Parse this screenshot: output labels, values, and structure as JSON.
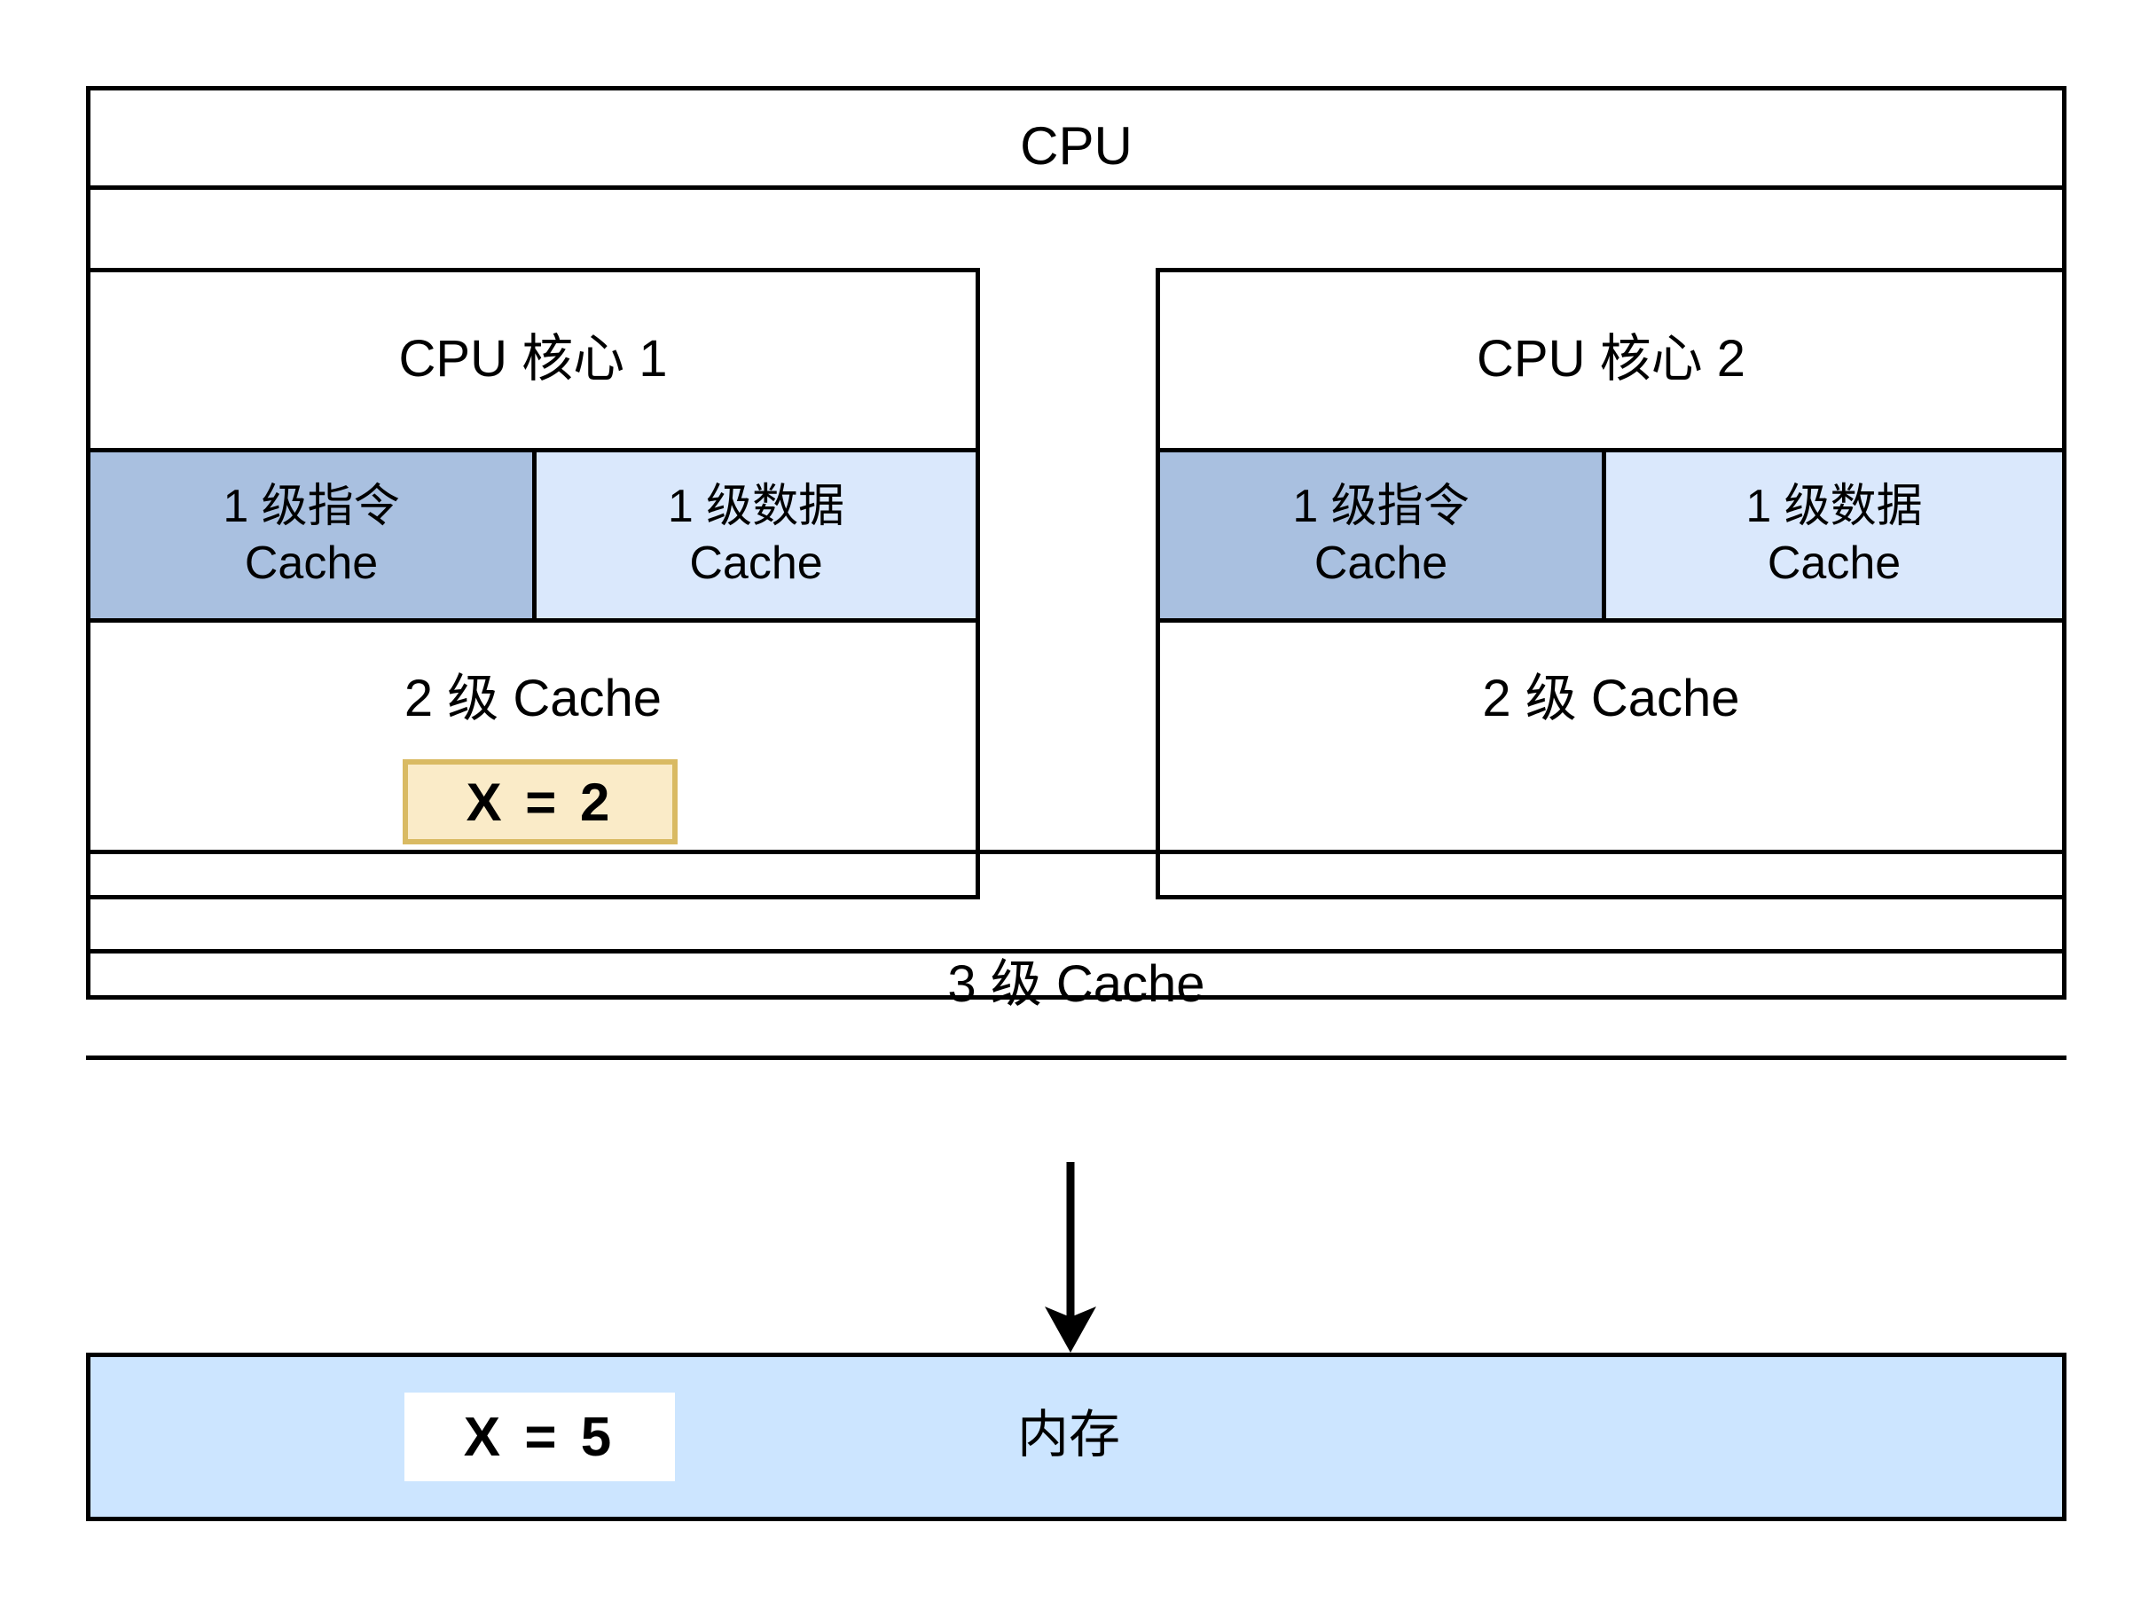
{
  "diagram": {
    "title": "CPU Cache Hierarchy",
    "cpu": {
      "label": "CPU",
      "cores": [
        {
          "name": "CPU 核心 1",
          "l1_instruction_cache": "1 级指令\nCache",
          "l1_data_cache": "1 级数据\nCache",
          "l2_cache": "2 级 Cache",
          "cached_value": "X = 2",
          "has_value": true
        },
        {
          "name": "CPU 核心 2",
          "l1_instruction_cache": "1 级指令\nCache",
          "l1_data_cache": "1 级数据\nCache",
          "l2_cache": "2 级 Cache",
          "cached_value": "",
          "has_value": false
        }
      ],
      "l3_cache": "3 级 Cache"
    },
    "memory": {
      "label": "内存",
      "value": "X = 5"
    },
    "arrow": {
      "name": "cpu-to-memory-arrow",
      "direction": "down"
    },
    "colors": {
      "l1_instruction_fill": "#A9C0E0",
      "l1_data_fill": "#DAE8FC",
      "memory_fill": "#CCE5FF",
      "highlight_fill": "#FAEBC8",
      "highlight_border": "#D9BA63",
      "value_chip_fill": "#FFFFFF",
      "stroke": "#000000"
    }
  }
}
